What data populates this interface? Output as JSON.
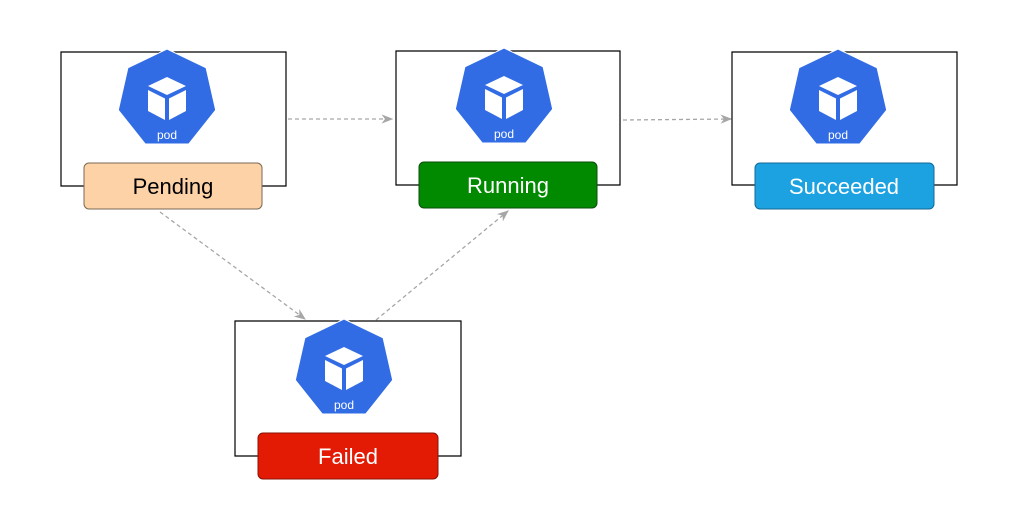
{
  "diagram": {
    "pod_label": "pod",
    "colors": {
      "pod_icon": "#326ce5",
      "edge": "#a6a6a6",
      "frame": "#000000"
    },
    "nodes": [
      {
        "id": "pending",
        "label": "Pending",
        "fill": "#fdd2a7",
        "stroke": "#7a6a55",
        "text_color": "#000000"
      },
      {
        "id": "running",
        "label": "Running",
        "fill": "#018a00",
        "stroke": "#0b4d0b",
        "text_color": "#ffffff"
      },
      {
        "id": "succeeded",
        "label": "Succeeded",
        "fill": "#1da2e1",
        "stroke": "#136a96",
        "text_color": "#ffffff"
      },
      {
        "id": "failed",
        "label": "Failed",
        "fill": "#e41b04",
        "stroke": "#8a1306",
        "text_color": "#ffffff"
      }
    ],
    "edges": [
      {
        "from": "pending",
        "to": "running"
      },
      {
        "from": "running",
        "to": "succeeded"
      },
      {
        "from": "pending",
        "to": "failed"
      },
      {
        "from": "failed",
        "to": "running"
      }
    ]
  }
}
